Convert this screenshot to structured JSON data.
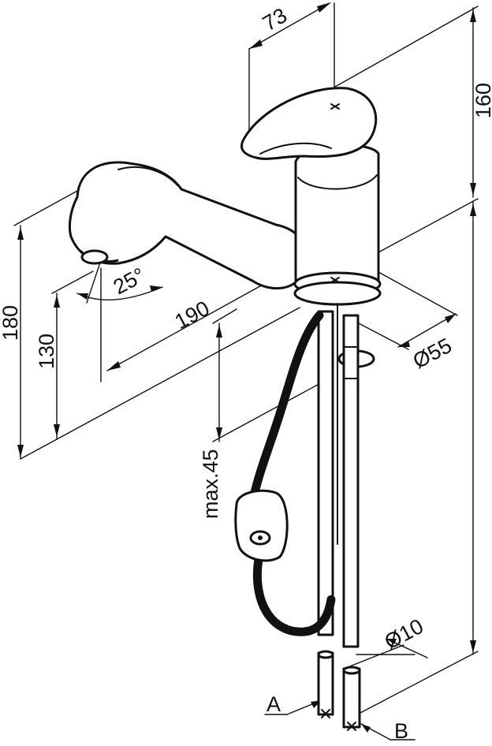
{
  "dimensions": {
    "width_top": "73",
    "height_spout": "160",
    "overall_height": "180",
    "spout_height": "130",
    "swivel_angle": "25°",
    "reach": "190",
    "base_diameter": "Ø55",
    "max_thickness": "max.45",
    "pipe_diameter": "Ø10"
  },
  "labels": {
    "connection_a": "A",
    "connection_b": "B"
  }
}
